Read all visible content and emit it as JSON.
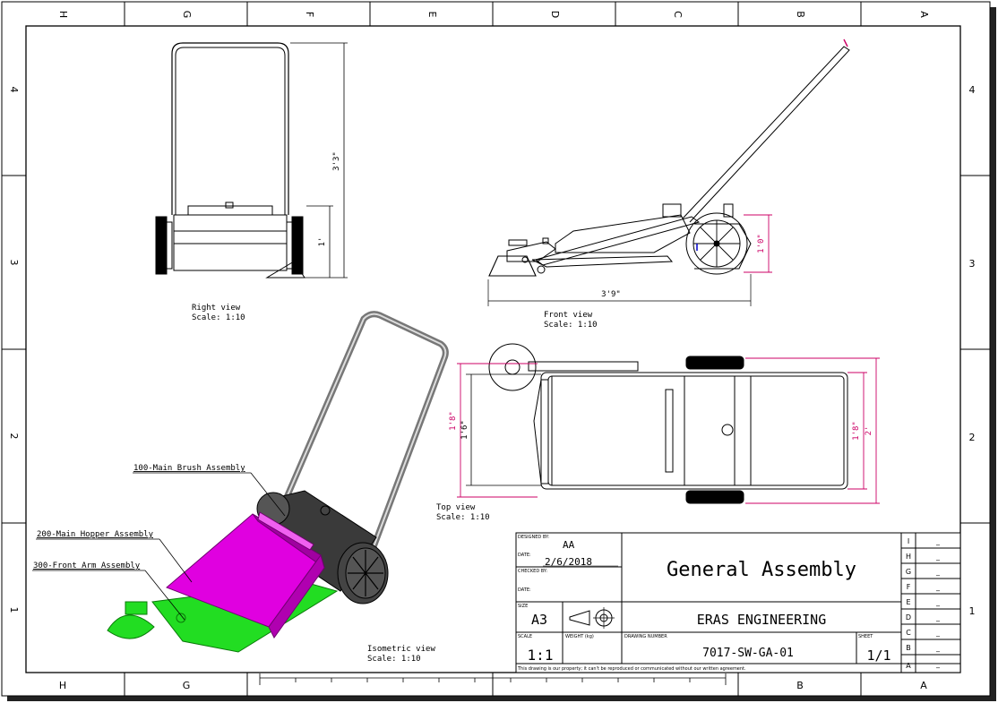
{
  "zones": {
    "columns": [
      "H",
      "G",
      "F",
      "E",
      "D",
      "C",
      "B",
      "A"
    ],
    "rows": [
      "4",
      "3",
      "2",
      "1"
    ]
  },
  "views": {
    "right": {
      "name": "Right view",
      "scale": "Scale:  1:10",
      "dim_height": "3'3\"",
      "dim_small": "1'"
    },
    "front": {
      "name": "Front view",
      "scale": "Scale:  1:10",
      "dim_length": "3'9\"",
      "dim_wheel": "1'0\""
    },
    "top": {
      "name": "Top view",
      "scale": "Scale:  1:10",
      "dim_left_outer": "1'8\"",
      "dim_left_inner": "1'6\"",
      "dim_right_inner": "1'8\"",
      "dim_right_outer": "2'"
    },
    "iso": {
      "name": "Isometric view",
      "scale": "Scale:  1:10"
    }
  },
  "callouts": {
    "c100": "100-Main Brush Assembly",
    "c200": "200-Main Hopper Assembly",
    "c300": "300-Front Arm Assembly"
  },
  "title_block": {
    "designed_by_label": "DESIGNED BY:",
    "designed_by": "AA",
    "date_label": "DATE:",
    "date": "2/6/2018",
    "checked_by_label": "CHECKED BY:",
    "date2_label": "DATE:",
    "title": "General Assembly",
    "size_label": "SIZE",
    "size": "A3",
    "company": "ERAS ENGINEERING",
    "scale_label": "SCALE",
    "scale": "1:1",
    "weight_label": "WEIGHT (kg)",
    "drawing_number_label": "DRAWING NUMBER",
    "drawing_number": "7017-SW-GA-01",
    "sheet_label": "SHEET",
    "sheet": "1/1",
    "notice": "This drawing is our property; it can't be reproduced or communicated without our written agreement."
  },
  "revisions": {
    "letters": [
      "I",
      "H",
      "G",
      "F",
      "E",
      "D",
      "C",
      "B",
      "A"
    ],
    "mark": "_"
  },
  "colors": {
    "hopper": "#e000e0",
    "arm": "#22dd22",
    "brush": "#3a3a3a",
    "dimension": "#cc0066"
  }
}
